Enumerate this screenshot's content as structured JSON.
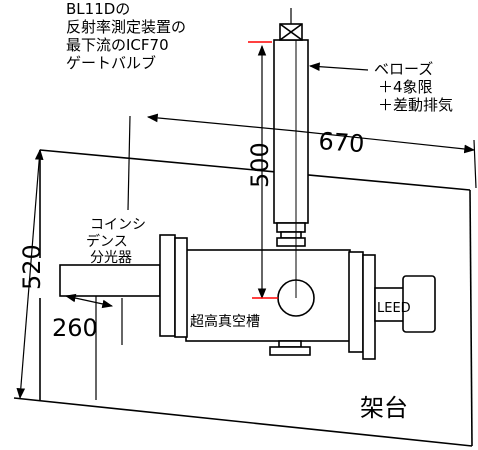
{
  "labels": {
    "top_note": [
      "BL11Dの",
      "反射率測定装置の",
      "最下流のICF70",
      "ゲートバルブ"
    ],
    "bellows": [
      "ベローズ",
      "＋4象限",
      "＋差動排気"
    ],
    "spectrometer": [
      "コインシ",
      "デンス",
      "分光器"
    ],
    "chamber": "超高真空槽",
    "leed": "LEED",
    "table": "架台"
  },
  "dimensions": {
    "width": "670",
    "height_vertical": "500",
    "table_height": "520",
    "arm": "260"
  },
  "colors": {
    "line": "#000000",
    "accent": "#ff0000"
  }
}
